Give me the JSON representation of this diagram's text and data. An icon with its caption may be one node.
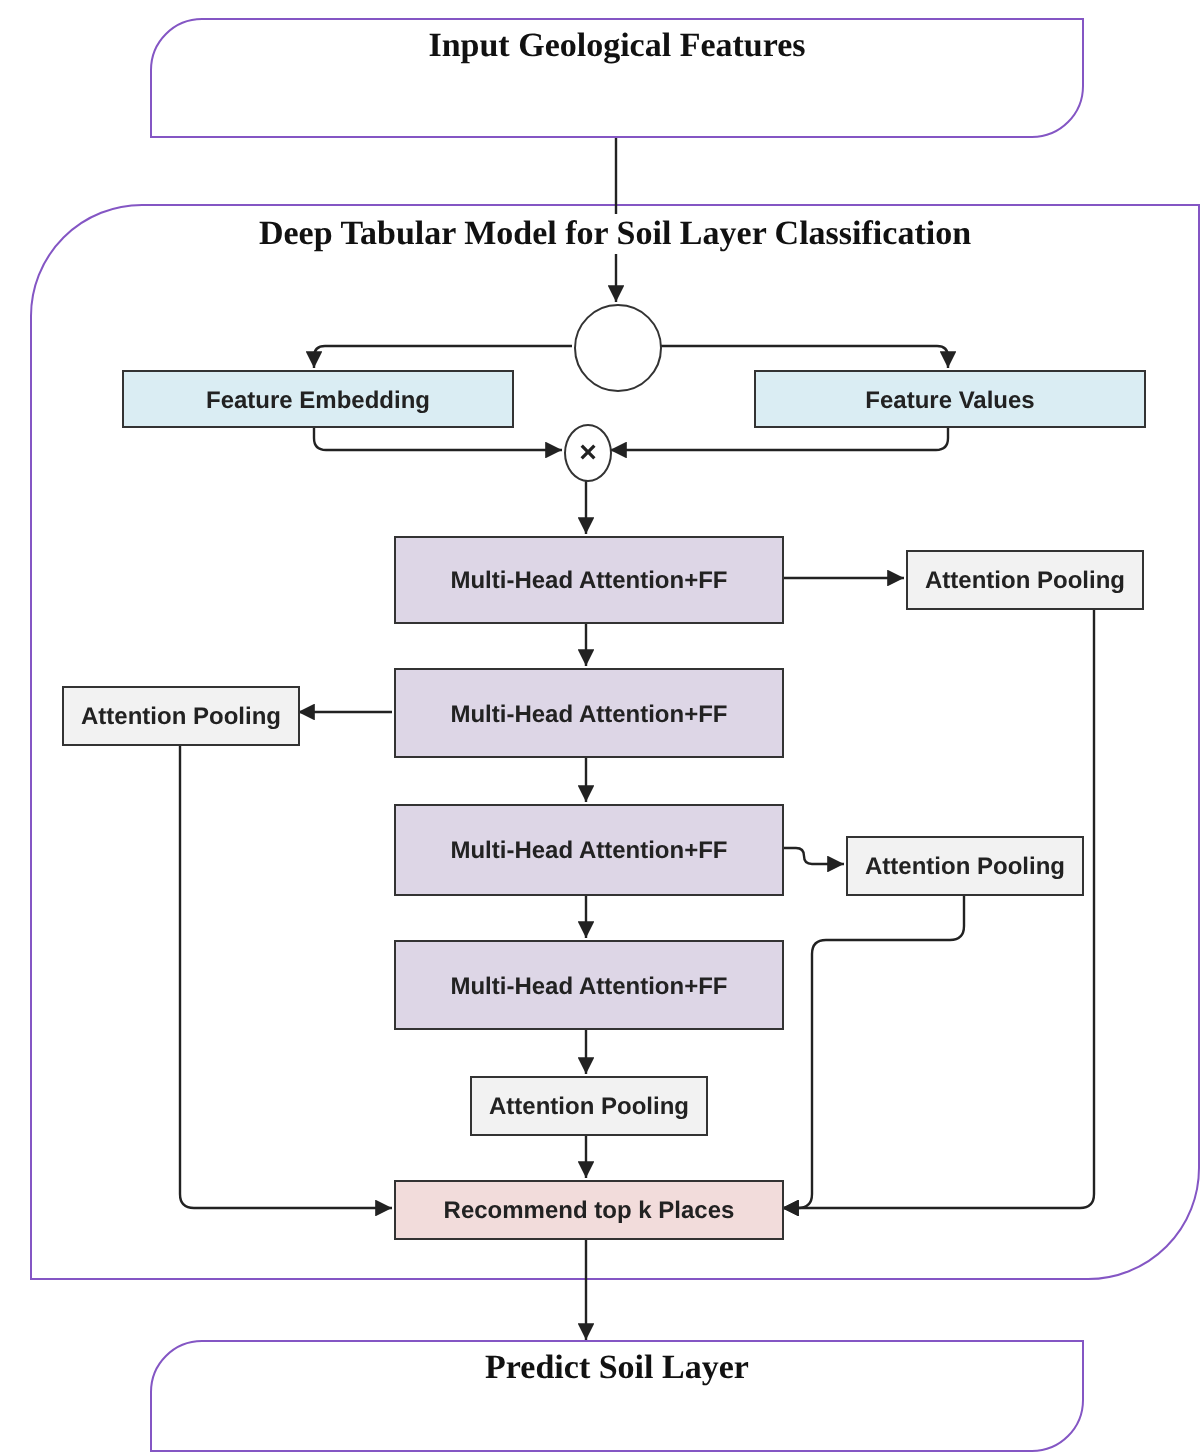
{
  "diagram": {
    "nodes": [
      {
        "text": [
          "Input Geological Features"
        ]
      },
      {
        "text": [
          "Deep Tabular Model for Soil Layer Classification"
        ]
      },
      {
        "text": [],
        "shape": "circle",
        "in": 1
      },
      {
        "text": [
          "Feature Embedding"
        ],
        "in": 1
      },
      {
        "text": [
          "Feature Values"
        ],
        "in": 1
      },
      {
        "text": [
          "×"
        ],
        "in": 1
      },
      {
        "text": [
          "Multi-Head Attention+FF"
        ],
        "in": 1
      },
      {
        "text": [
          "Attention Pooling"
        ],
        "in": 1
      },
      {
        "text": [
          "Multi-Head Attention+FF"
        ],
        "in": 1
      },
      {
        "text": [
          "Attention Pooling"
        ],
        "in": 1
      },
      {
        "text": [
          "Multi-Head Attention+FF"
        ],
        "in": 1
      },
      {
        "text": [
          "Attention Pooling"
        ],
        "in": 1
      },
      {
        "text": [
          "Multi-Head Attention+FF"
        ],
        "in": 1
      },
      {
        "text": [
          "Attention Pooling"
        ],
        "in": 1
      },
      {
        "text": [
          "Recommend top k Places"
        ],
        "in": 1
      },
      {
        "text": [
          "Predict Soil Layer"
        ]
      }
    ],
    "edges": [
      {
        "from": 0,
        "to": 2,
        "arrow": "to"
      },
      {
        "from": 2,
        "to": 3,
        "arrow": "to"
      },
      {
        "from": 2,
        "to": 4,
        "arrow": "to"
      },
      {
        "from": 3,
        "to": 5,
        "arrow": "to"
      },
      {
        "from": 4,
        "to": 5,
        "arrow": "to"
      },
      {
        "from": 5,
        "to": 6,
        "arrow": "to"
      },
      {
        "from": 6,
        "to": 7,
        "arrow": "to"
      },
      {
        "from": 6,
        "to": 8,
        "arrow": "to"
      },
      {
        "from": 8,
        "to": 9,
        "arrow": "to"
      },
      {
        "from": 8,
        "to": 10,
        "arrow": "to"
      },
      {
        "from": 10,
        "to": 11,
        "arrow": "to"
      },
      {
        "from": 10,
        "to": 12,
        "arrow": "to"
      },
      {
        "from": 12,
        "to": 13,
        "arrow": "to"
      },
      {
        "from": 13,
        "to": 14,
        "arrow": "to"
      },
      {
        "from": 9,
        "to": 14,
        "arrow": "to"
      },
      {
        "from": 11,
        "to": 14,
        "arrow": "to"
      },
      {
        "from": 7,
        "to": 14,
        "arrow": "to"
      },
      {
        "from": 14,
        "to": 15,
        "arrow": "to"
      }
    ]
  }
}
